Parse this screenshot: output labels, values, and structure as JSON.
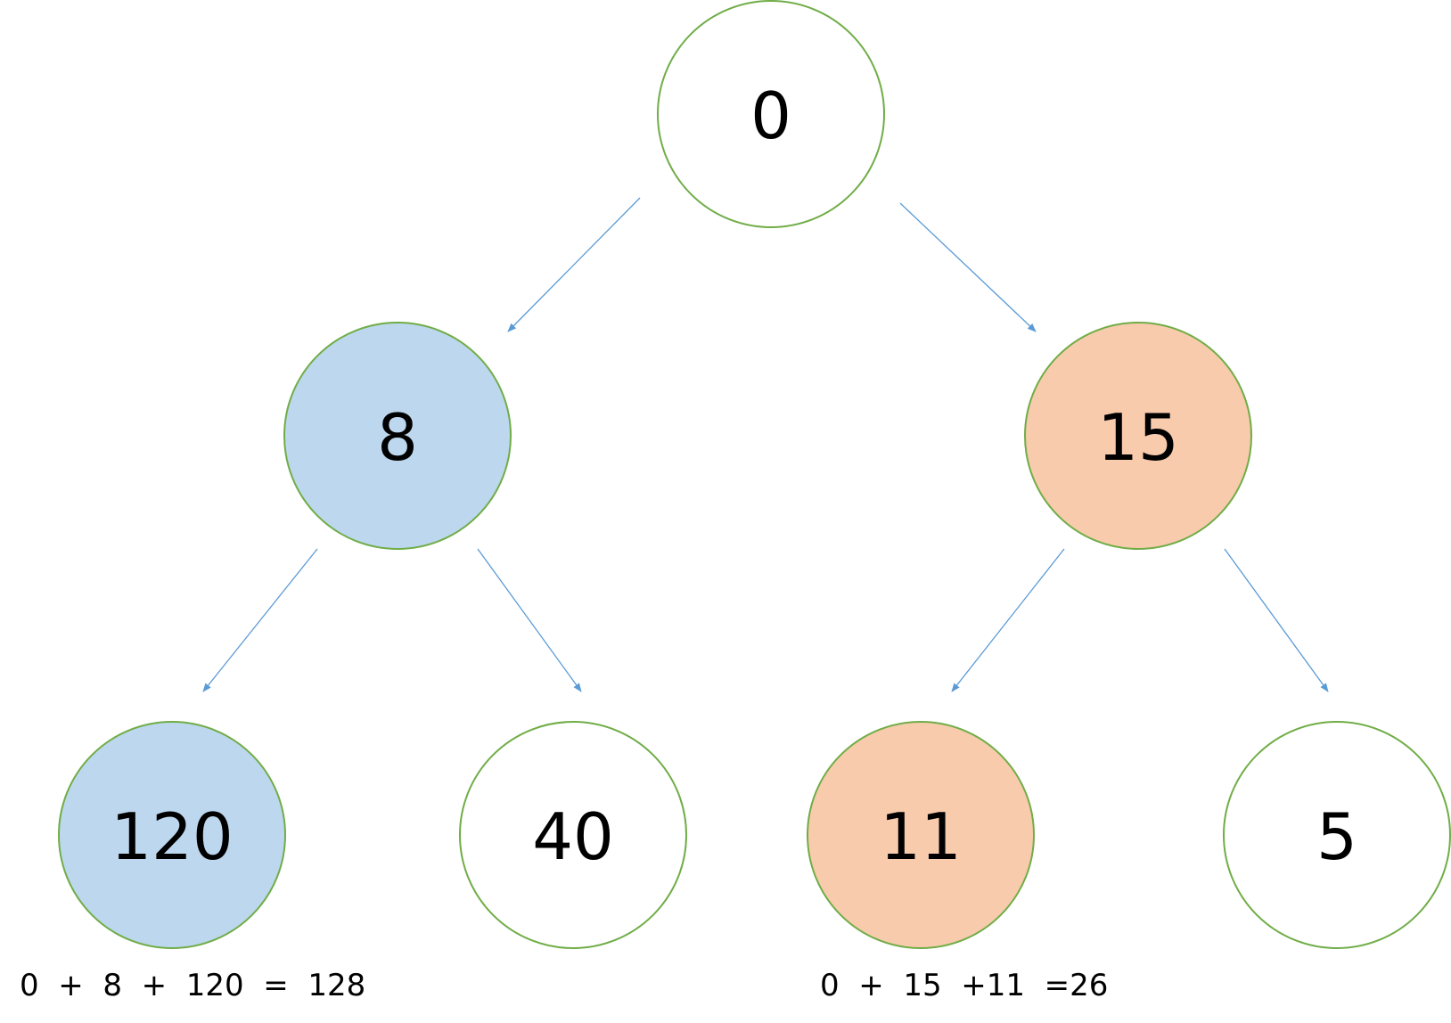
{
  "colors": {
    "node_border": "#70ad47",
    "edge": "#5b9bd5",
    "path_blue": "#bdd7ee",
    "path_orange": "#f8cbad",
    "node_default": "#ffffff"
  },
  "nodes": [
    {
      "id": "n0",
      "label": "0",
      "fill": "#ffffff"
    },
    {
      "id": "n8",
      "label": "8",
      "fill": "#bdd7ee"
    },
    {
      "id": "n15",
      "label": "15",
      "fill": "#f8cbad"
    },
    {
      "id": "n120",
      "label": "120",
      "fill": "#bdd7ee"
    },
    {
      "id": "n40",
      "label": "40",
      "fill": "#ffffff"
    },
    {
      "id": "n11",
      "label": "11",
      "fill": "#f8cbad"
    },
    {
      "id": "n5",
      "label": "5",
      "fill": "#ffffff"
    }
  ],
  "edges": [
    {
      "from": "0",
      "to": "8"
    },
    {
      "from": "0",
      "to": "15"
    },
    {
      "from": "8",
      "to": "120"
    },
    {
      "from": "8",
      "to": "40"
    },
    {
      "from": "15",
      "to": "11"
    },
    {
      "from": "15",
      "to": "5"
    }
  ],
  "sums": {
    "left": "0  +  8  +  120  =  128",
    "right": "0  +  15  +11  =26"
  }
}
